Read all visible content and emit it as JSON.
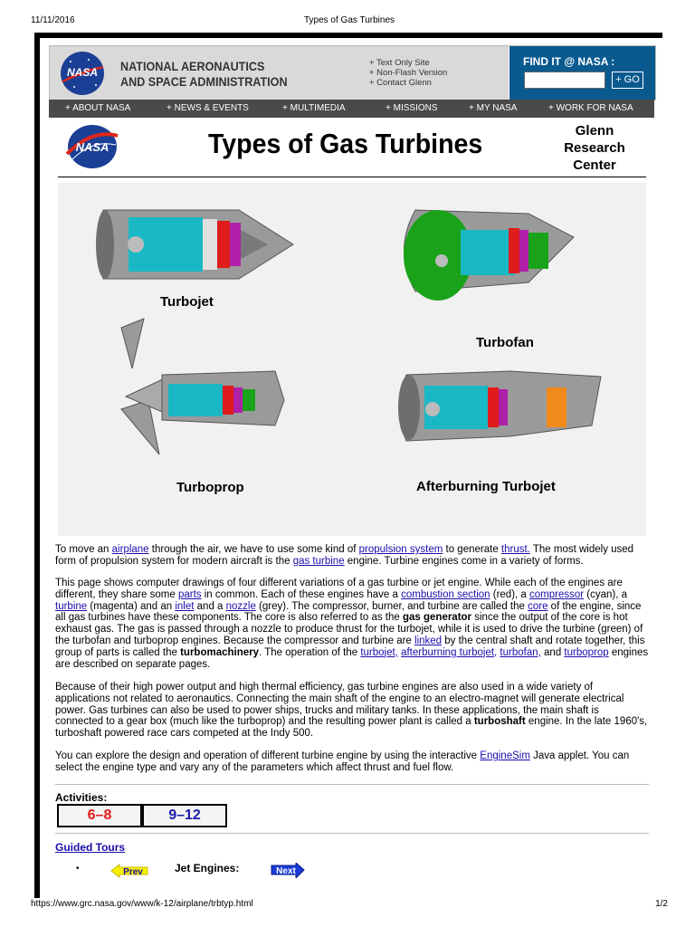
{
  "print_header": {
    "date": "11/11/2016",
    "title": "Types of Gas Turbines"
  },
  "print_footer": {
    "url": "https://www.grc.nasa.gov/www/k-12/airplane/trbtyp.html",
    "page": "1/2"
  },
  "banner": {
    "agency_line1": "NATIONAL AERONAUTICS",
    "agency_line2": "AND SPACE ADMINISTRATION",
    "logo_text": "NASA",
    "links": [
      "+ Text Only Site",
      "+ Non-Flash Version",
      "+ Contact Glenn"
    ],
    "findit_label": "FIND IT @ NASA :",
    "go_label": "+ GO"
  },
  "nav": [
    "+ ABOUT NASA",
    "+ NEWS & EVENTS",
    "+ MULTIMEDIA",
    "+ MISSIONS",
    "+ MY NASA",
    "+ WORK FOR NASA"
  ],
  "page_title": "Types of Gas Turbines",
  "center": [
    "Glenn",
    "Research",
    "Center"
  ],
  "diagram_labels": {
    "turbojet": "Turbojet",
    "turbofan": "Turbofan",
    "turboprop": "Turboprop",
    "afterburning": "Afterburning Turbojet"
  },
  "colors": {
    "compressor": "#19b8c4",
    "combustor": "#e01b1b",
    "turbine": "#b01fa8",
    "fan": "#1aa31a",
    "nozzle": "#8a8a8a",
    "link": "#1a0dab",
    "nav_bg": "#4a4a4a",
    "findit_bg": "#0b5a8f"
  },
  "p1": {
    "t1": "To move an ",
    "l1": "airplane",
    "t2": " through the air, we have to use some kind of ",
    "l2": "propulsion system",
    "t3": " to generate ",
    "l3": "thrust.",
    "t4": " The most widely used form of propulsion system for modern aircraft is the ",
    "l4": "gas turbine",
    "t5": " engine. Turbine engines come in a variety of forms."
  },
  "p2": {
    "t1": "This page shows computer drawings of four different variations of a gas turbine or jet engine. While each of the engines are different, they share some ",
    "l1": "parts",
    "t2": " in common. Each of these engines have a ",
    "l2": "combustion section",
    "t3": " (red), a ",
    "l3": "compressor",
    "t4": " (cyan), a ",
    "l4": "turbine",
    "t5": " (magenta) and an ",
    "l5": "inlet",
    "t6": " and a ",
    "l6": "nozzle",
    "t7": " (grey). The compressor, burner, and turbine are called the ",
    "l7": "core",
    "t8": " of the engine, since all gas turbines have these components. The core is also referred to as the ",
    "b1": "gas generator",
    "t9": " since the output of the core is hot exhaust gas. The gas is passed through a nozzle to produce thrust for the turbojet, while it is used to drive the turbine (green) of the turbofan and turboprop engines. Because the compressor and turbine are ",
    "l8": "linked",
    "t10": " by the central shaft and rotate together, this group of parts is called the ",
    "b2": "turbomachinery",
    "t11": ". The operation of the ",
    "l9": "turbojet,",
    "t12": " ",
    "l10": "afterburning turbojet,",
    "t13": " ",
    "l11": "turbofan,",
    "t14": " and ",
    "l12": "turboprop",
    "t15": " engines are described on separate pages."
  },
  "p3": {
    "t1": "Because of their high power output and high thermal efficiency, gas turbine engines are also used in a wide variety of applications not related to aeronautics. Connecting the main shaft of the engine to an electro-magnet will generate electrical power. Gas turbines can also be used to power ships, trucks and military tanks. In these applications, the main shaft is connected to a gear box (much like the turboprop) and the resulting power plant is called a ",
    "b1": "turboshaft",
    "t2": " engine. In the late 1960's, turboshaft powered race cars competed at the Indy 500."
  },
  "p4": {
    "t1": "You can explore the design and operation of different turbine engine by using the interactive ",
    "l1": "EngineSim",
    "t2": " Java applet. You can select the engine type and vary any of the parameters which affect thrust and fuel flow."
  },
  "activities": {
    "label": "Activities:",
    "btn1": "6–8",
    "btn2": "9–12"
  },
  "guided_tours": "Guided Tours",
  "nav_footer": {
    "bullet": "•",
    "prev": "Prev",
    "jet": "Jet Engines:",
    "next": "Next"
  }
}
